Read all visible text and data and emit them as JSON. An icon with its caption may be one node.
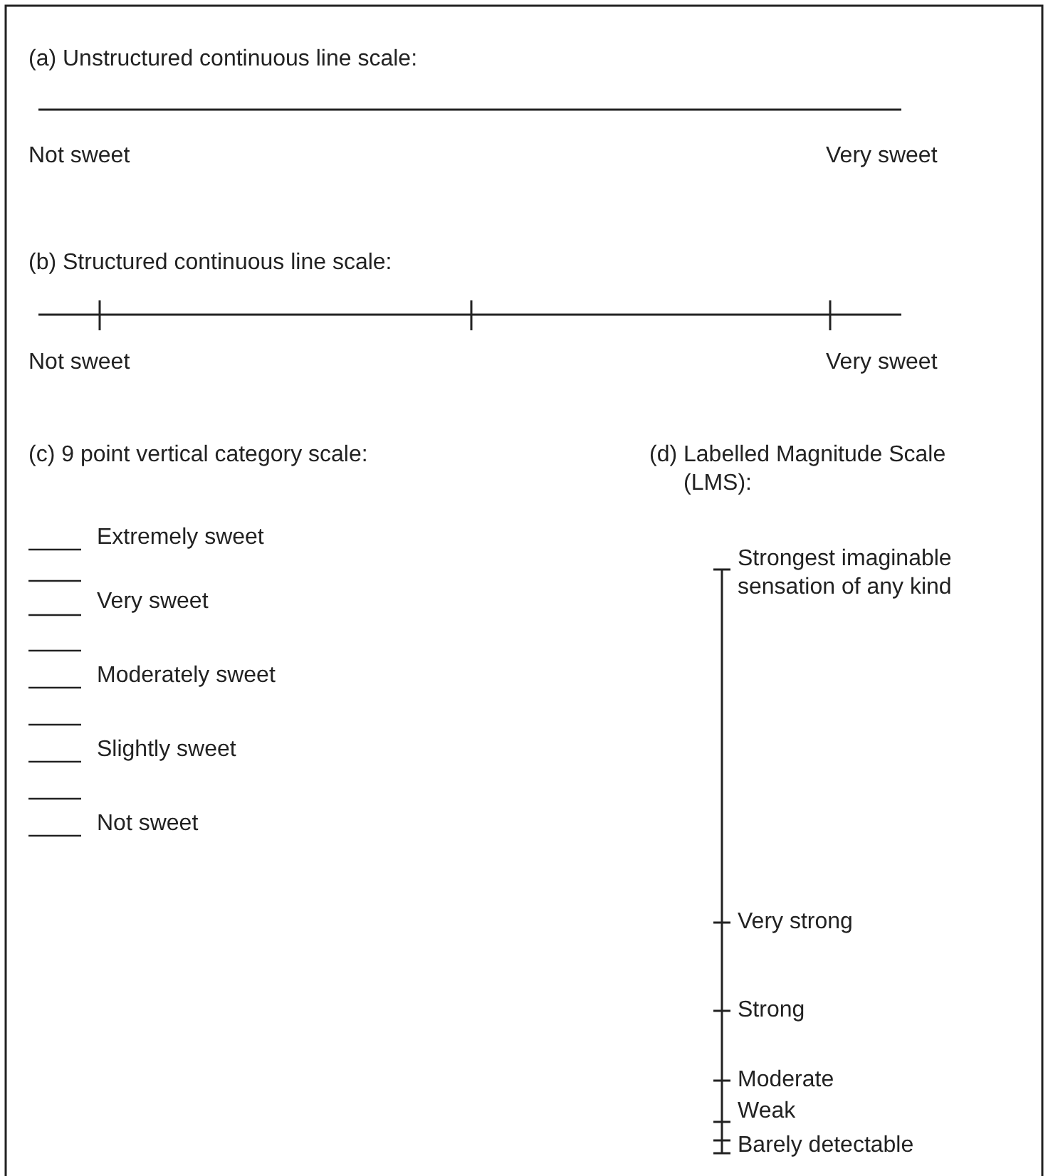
{
  "diagram": {
    "labels": [
      "(a) Unstructured continuous line scale:",
      "Not sweet",
      "Very sweet",
      "(b) Structured continuous line scale:",
      "Not sweet",
      "Very sweet",
      "(c) 9 point vertical category scale:",
      "(d) Labelled Magnitude Scale (LMS):",
      "Extremely sweet",
      "Strongest imaginable sensation of any kind",
      "Very sweet",
      "Moderately sweet",
      "Slightly sweet",
      "Not sweet",
      "Very strong",
      "Strong",
      "Moderate",
      "Weak",
      "Barely detectable"
    ]
  }
}
